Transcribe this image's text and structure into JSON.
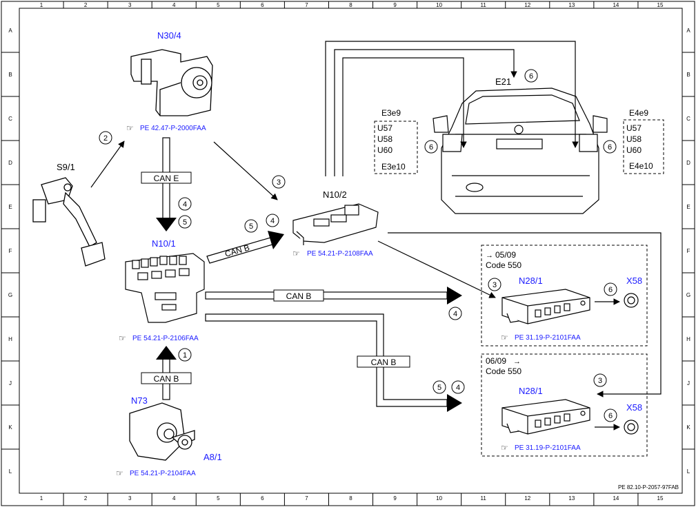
{
  "colors": {
    "link": "#1a1aff",
    "ink": "#000000",
    "bg": "#ffffff",
    "frame": "#000000"
  },
  "grid": {
    "cols": [
      "1",
      "2",
      "3",
      "4",
      "5",
      "6",
      "7",
      "8",
      "9",
      "10",
      "11",
      "12",
      "13",
      "14",
      "15"
    ],
    "rows": [
      "A",
      "B",
      "C",
      "D",
      "E",
      "F",
      "G",
      "H",
      "J",
      "K",
      "L"
    ]
  },
  "components": {
    "n30_4": "N30/4",
    "s9_1": "S9/1",
    "n10_1": "N10/1",
    "n10_2": "N10/2",
    "n73": "N73",
    "a8_1": "A8/1",
    "e21": "E21",
    "e3e9": "E3e9",
    "e3e10": "E3e10",
    "e4e9": "E4e9",
    "e4e10": "E4e10",
    "n28_1_top": "N28/1",
    "n28_1_bottom": "N28/1",
    "x58_top": "X58",
    "x58_bottom": "X58"
  },
  "refs": {
    "n30_4": "PE 42.47-P-2000FAA",
    "n10_2": "PE 54.21-P-2108FAA",
    "n10_1": "PE 54.21-P-2106FAA",
    "n73": "PE 54.21-P-2104FAA",
    "n28_top": "PE 31.19-P-2101FAA",
    "n28_bottom": "PE 31.19-P-2101FAA",
    "ref_icon": "☞"
  },
  "bus_labels": {
    "can_e": "CAN E",
    "can_b_diag": "CAN B",
    "can_b_mid": "CAN B",
    "can_b_low": "CAN B",
    "can_b_bottom": "CAN B"
  },
  "bulbs": {
    "left": [
      "U57",
      "U58",
      "U60"
    ],
    "right": [
      "U57",
      "U58",
      "U60"
    ]
  },
  "conditions": {
    "top_date": "05/09",
    "top_code": "Code 550",
    "bottom_date": "06/09",
    "bottom_code": "Code 550"
  },
  "markers": {
    "m2": "2",
    "m3a": "3",
    "m4a": "4",
    "m5a": "5",
    "m5b": "5",
    "m4b": "4",
    "m6a": "6",
    "m6b": "6",
    "m6c": "6",
    "m3b": "3",
    "m6d": "6",
    "m4c": "4",
    "m1": "1",
    "m5c": "5",
    "m4d": "4",
    "m3c": "3",
    "m6e": "6"
  },
  "footer_ref": "PE 82.10-P-2057-97FAB"
}
